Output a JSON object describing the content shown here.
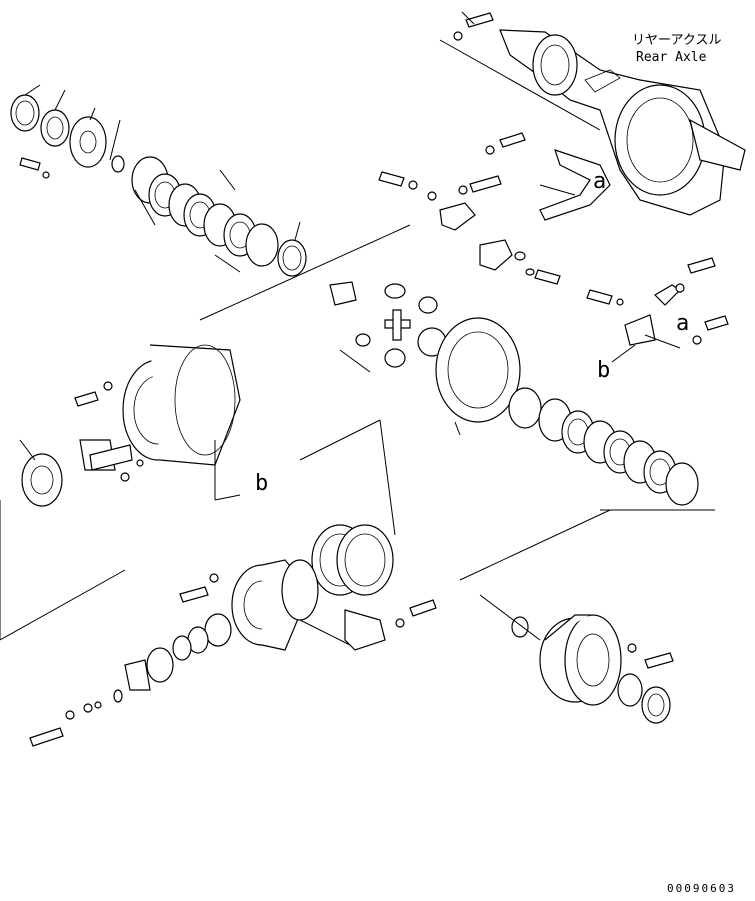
{
  "title_jp": "リヤーアクスル",
  "title_en": "Rear Axle",
  "callouts": [
    "a",
    "a",
    "b",
    "b"
  ],
  "figure_number": "00090603"
}
